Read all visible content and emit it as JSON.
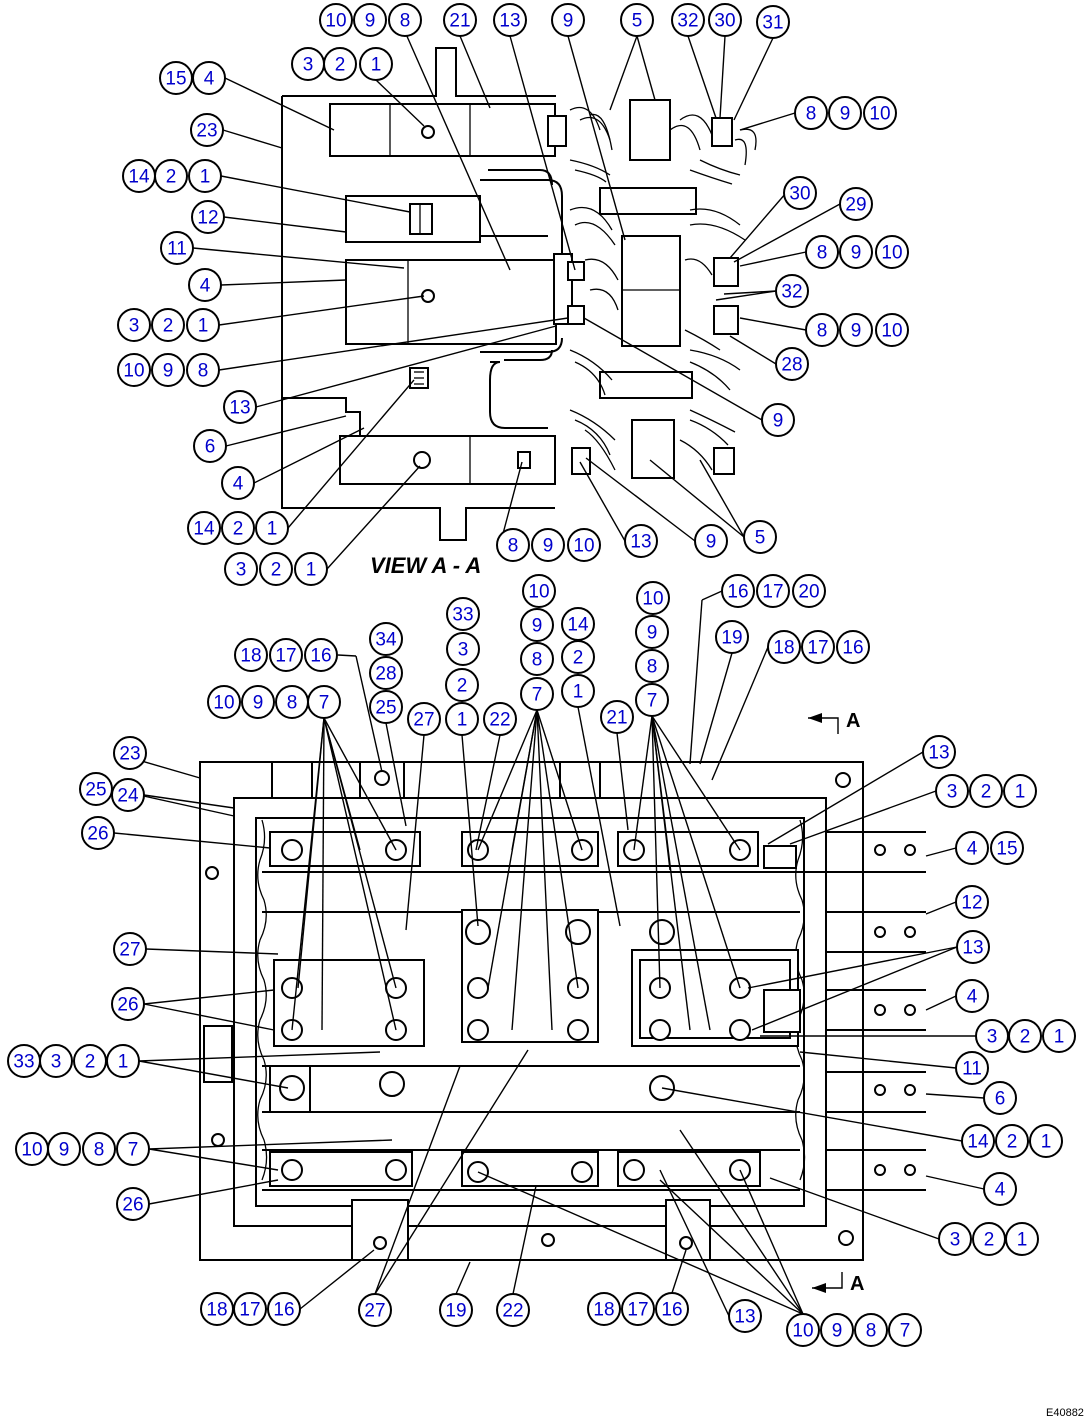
{
  "view_label": "VIEW A - A",
  "section_arrow_top": "A",
  "section_arrow_bottom": "A",
  "drawing_code": "E40882",
  "balloons": [
    [
      "10",
      336,
      20
    ],
    [
      "9",
      370,
      20
    ],
    [
      "8",
      405,
      20
    ],
    [
      "21",
      460,
      20
    ],
    [
      "13",
      510,
      20
    ],
    [
      "9",
      568,
      20
    ],
    [
      "5",
      637,
      20
    ],
    [
      "32",
      688,
      20
    ],
    [
      "30",
      725,
      20
    ],
    [
      "31",
      773,
      22
    ],
    [
      "3",
      308,
      64
    ],
    [
      "2",
      340,
      64
    ],
    [
      "1",
      376,
      64
    ],
    [
      "15",
      176,
      78
    ],
    [
      "4",
      209,
      78
    ],
    [
      "8",
      811,
      113
    ],
    [
      "9",
      845,
      113
    ],
    [
      "10",
      880,
      113
    ],
    [
      "23",
      207,
      130
    ],
    [
      "14",
      139,
      176
    ],
    [
      "2",
      171,
      176
    ],
    [
      "1",
      205,
      176
    ],
    [
      "30",
      800,
      193
    ],
    [
      "29",
      856,
      204
    ],
    [
      "12",
      208,
      217
    ],
    [
      "11",
      177,
      248
    ],
    [
      "8",
      822,
      252
    ],
    [
      "9",
      856,
      252
    ],
    [
      "10",
      892,
      252
    ],
    [
      "4",
      205,
      285
    ],
    [
      "32",
      792,
      291
    ],
    [
      "3",
      134,
      325
    ],
    [
      "2",
      168,
      325
    ],
    [
      "1",
      203,
      325
    ],
    [
      "8",
      822,
      330
    ],
    [
      "9",
      856,
      330
    ],
    [
      "10",
      892,
      330
    ],
    [
      "10",
      134,
      370
    ],
    [
      "9",
      168,
      370
    ],
    [
      "8",
      203,
      370
    ],
    [
      "28",
      792,
      364
    ],
    [
      "13",
      240,
      407
    ],
    [
      "9",
      778,
      420
    ],
    [
      "6",
      210,
      446
    ],
    [
      "4",
      238,
      483
    ],
    [
      "14",
      204,
      528
    ],
    [
      "2",
      238,
      528
    ],
    [
      "1",
      272,
      528
    ],
    [
      "8",
      513,
      545
    ],
    [
      "9",
      548,
      545
    ],
    [
      "10",
      584,
      545
    ],
    [
      "13",
      641,
      541
    ],
    [
      "9",
      711,
      541
    ],
    [
      "5",
      760,
      537
    ],
    [
      "3",
      241,
      569
    ],
    [
      "2",
      276,
      569
    ],
    [
      "1",
      311,
      569
    ],
    [
      "10",
      539,
      591
    ],
    [
      "16",
      738,
      591
    ],
    [
      "17",
      773,
      591
    ],
    [
      "20",
      809,
      591
    ],
    [
      "33",
      463,
      614
    ],
    [
      "9",
      537,
      625
    ],
    [
      "14",
      578,
      624
    ],
    [
      "10",
      653,
      598
    ],
    [
      "34",
      386,
      639
    ],
    [
      "19",
      732,
      637
    ],
    [
      "9",
      652,
      632
    ],
    [
      "18",
      251,
      655
    ],
    [
      "17",
      286,
      655
    ],
    [
      "16",
      321,
      655
    ],
    [
      "3",
      463,
      649
    ],
    [
      "8",
      537,
      659
    ],
    [
      "2",
      578,
      657
    ],
    [
      "18",
      784,
      647
    ],
    [
      "17",
      818,
      647
    ],
    [
      "16",
      853,
      647
    ],
    [
      "8",
      652,
      666
    ],
    [
      "28",
      386,
      673
    ],
    [
      "2",
      462,
      685
    ],
    [
      "10",
      224,
      702
    ],
    [
      "9",
      258,
      702
    ],
    [
      "8",
      292,
      702
    ],
    [
      "7",
      324,
      702
    ],
    [
      "25",
      386,
      707
    ],
    [
      "27",
      424,
      719
    ],
    [
      "1",
      462,
      719
    ],
    [
      "22",
      500,
      719
    ],
    [
      "7",
      537,
      694
    ],
    [
      "1",
      578,
      691
    ],
    [
      "21",
      617,
      717
    ],
    [
      "7",
      652,
      700
    ],
    [
      "23",
      130,
      753
    ],
    [
      "13",
      939,
      752
    ],
    [
      "25",
      96,
      789
    ],
    [
      "24",
      128,
      795
    ],
    [
      "3",
      952,
      791
    ],
    [
      "2",
      986,
      791
    ],
    [
      "1",
      1020,
      791
    ],
    [
      "26",
      98,
      833
    ],
    [
      "4",
      972,
      848
    ],
    [
      "15",
      1007,
      848
    ],
    [
      "12",
      972,
      902
    ],
    [
      "27",
      130,
      949
    ],
    [
      "13",
      973,
      947
    ],
    [
      "4",
      972,
      996
    ],
    [
      "26",
      128,
      1004
    ],
    [
      "3",
      992,
      1036
    ],
    [
      "2",
      1025,
      1036
    ],
    [
      "1",
      1059,
      1036
    ],
    [
      "33",
      24,
      1061
    ],
    [
      "3",
      56,
      1061
    ],
    [
      "2",
      90,
      1061
    ],
    [
      "1",
      123,
      1061
    ],
    [
      "11",
      972,
      1068
    ],
    [
      "6",
      1000,
      1098
    ],
    [
      "14",
      978,
      1141
    ],
    [
      "2",
      1012,
      1141
    ],
    [
      "1",
      1046,
      1141
    ],
    [
      "10",
      32,
      1149
    ],
    [
      "9",
      64,
      1149
    ],
    [
      "8",
      99,
      1149
    ],
    [
      "7",
      133,
      1149
    ],
    [
      "4",
      1000,
      1189
    ],
    [
      "26",
      133,
      1204
    ],
    [
      "3",
      955,
      1239
    ],
    [
      "2",
      989,
      1239
    ],
    [
      "1",
      1022,
      1239
    ],
    [
      "18",
      217,
      1309
    ],
    [
      "17",
      250,
      1309
    ],
    [
      "16",
      284,
      1309
    ],
    [
      "27",
      375,
      1310
    ],
    [
      "19",
      456,
      1310
    ],
    [
      "22",
      513,
      1310
    ],
    [
      "18",
      604,
      1309
    ],
    [
      "17",
      638,
      1309
    ],
    [
      "16",
      672,
      1309
    ],
    [
      "13",
      745,
      1316
    ],
    [
      "10",
      803,
      1330
    ],
    [
      "9",
      837,
      1330
    ],
    [
      "8",
      871,
      1330
    ],
    [
      "7",
      905,
      1330
    ]
  ]
}
